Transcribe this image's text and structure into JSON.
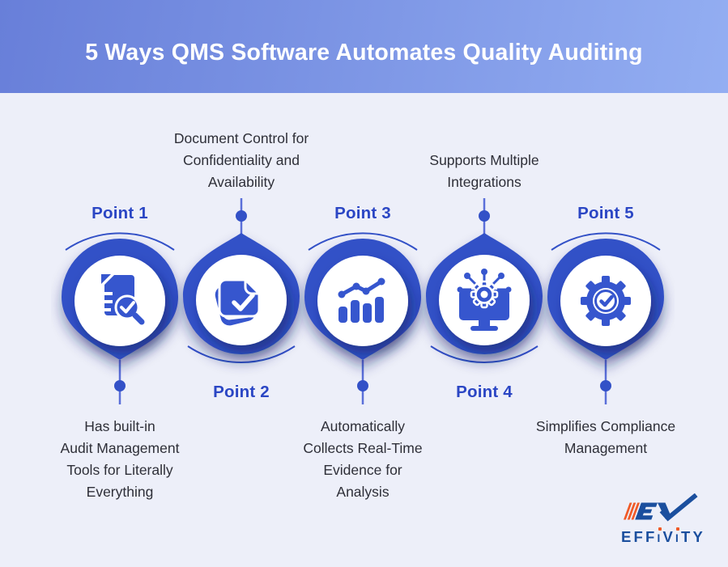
{
  "header": {
    "title": "5 Ways QMS Software Automates Quality Auditing"
  },
  "points": [
    {
      "label": "Point 1",
      "description": "Has built-in\nAudit Management\nTools for Literally\nEverything",
      "icon": "audit-document-magnifier-icon",
      "orientation": "pin-down"
    },
    {
      "label": "Point 2",
      "description": "Document Control for\nConfidentiality and\nAvailability",
      "icon": "document-stack-check-icon",
      "orientation": "pin-up"
    },
    {
      "label": "Point 3",
      "description": "Automatically\nCollects Real-Time\nEvidence for\nAnalysis",
      "icon": "bar-chart-trend-icon",
      "orientation": "pin-down"
    },
    {
      "label": "Point 4",
      "description": "Supports Multiple\nIntegrations",
      "icon": "monitor-gear-integrations-icon",
      "orientation": "pin-up"
    },
    {
      "label": "Point 5",
      "description": "Simplifies Compliance\nManagement",
      "icon": "gear-check-icon",
      "orientation": "pin-down"
    }
  ],
  "logo": {
    "brand": "EFFIVITY",
    "parts": {
      "p1": "EFF",
      "i1": "I",
      "p2": "V",
      "i2": "I",
      "p3": "TY"
    }
  },
  "colors": {
    "c-pin": "#3351C7",
    "c-icon": "#3656CE",
    "c-label": "#2B46C4",
    "c-text": "#2E2F38",
    "c-line": "#5B6FD9",
    "c-bg": "#EDEFF9",
    "c-banner-start": "#687FD9",
    "c-banner-end": "#93AEF2",
    "c-logo-blue": "#1B4F9E",
    "c-logo-orange": "#F05A28",
    "c-white": "#FFFFFF"
  }
}
